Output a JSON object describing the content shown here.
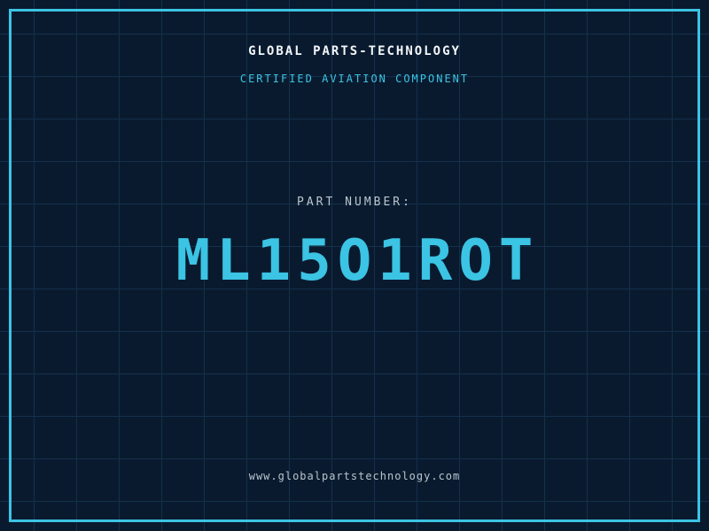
{
  "colors": {
    "background": "#0a1a2e",
    "grid": "#13304b",
    "border": "#3bc4e4",
    "accent": "#3bc4e4",
    "title": "#f2f6fa",
    "muted": "#b9c5ce"
  },
  "header": {
    "company": "GLOBAL PARTS-TECHNOLOGY",
    "certification": "CERTIFIED AVIATION COMPONENT"
  },
  "part": {
    "label": "PART NUMBER:",
    "number": "ML15O1ROT"
  },
  "footer": {
    "website": "www.globalpartstechnology.com"
  }
}
